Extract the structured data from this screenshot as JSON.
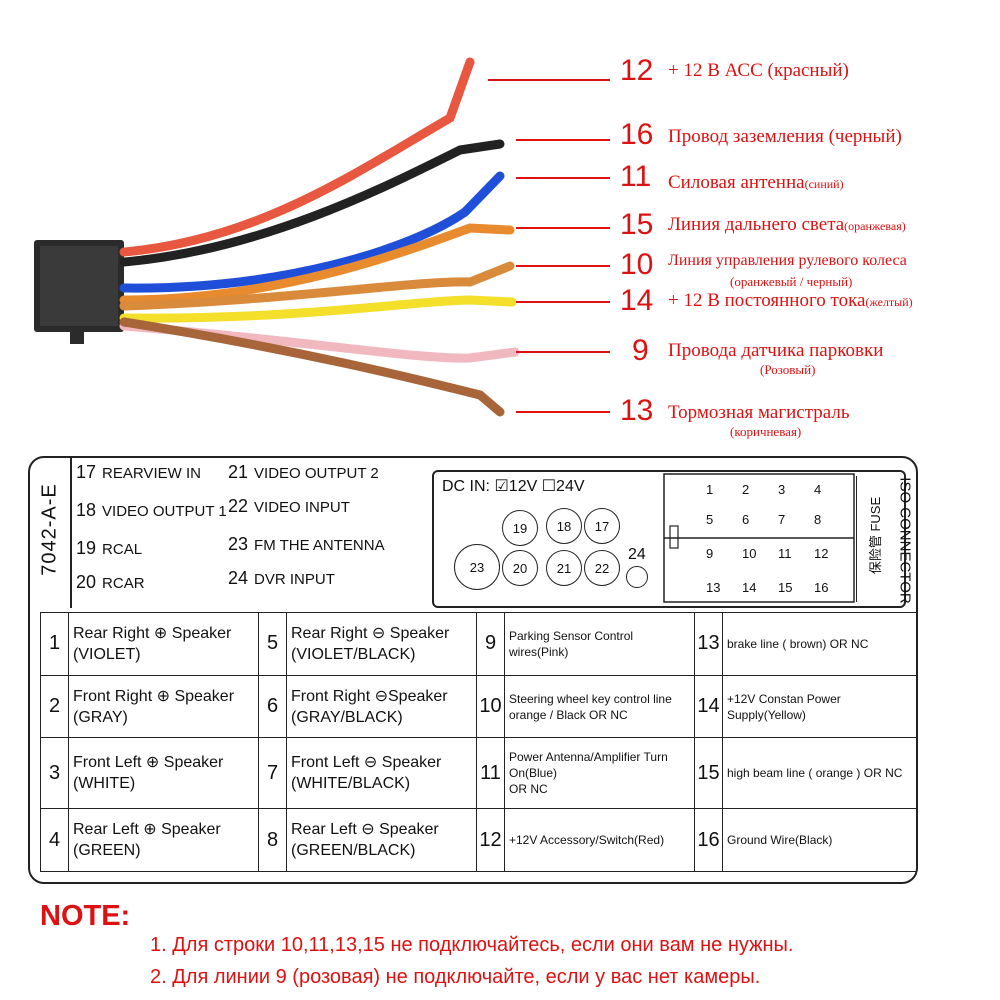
{
  "wire_annotations": [
    {
      "pin": "12",
      "text": "+ 12 В АСС (красный)",
      "sub": "",
      "inline_small": "",
      "color": "#e8573f"
    },
    {
      "pin": "16",
      "text": "Провод заземления (черный)",
      "sub": "",
      "inline_small": "",
      "color": "#222222"
    },
    {
      "pin": "11",
      "text": "Силовая антенна",
      "sub": "",
      "inline_small": "(синий)",
      "color": "#1f4fd8"
    },
    {
      "pin": "15",
      "text": "Линия дальнего света",
      "sub": "",
      "inline_small": "(оранжевая)",
      "color": "#e88a2e"
    },
    {
      "pin": "10",
      "text": "Линия управления рулевого колеса",
      "sub": "(оранжевый / черный)",
      "inline_small": "",
      "color": "#d98a3a"
    },
    {
      "pin": "14",
      "text": "+ 12 В постоянного тока",
      "sub": "",
      "inline_small": "(желтый)",
      "color": "#f4df2a"
    },
    {
      "pin": "9",
      "text": "Провода датчика парковки",
      "sub": "(Розовый)",
      "inline_small": "",
      "color": "#f2b8c0"
    },
    {
      "pin": "13",
      "text": "Тормозная магистраль",
      "sub": "(коричневая)",
      "inline_small": "",
      "color": "#a8653a"
    }
  ],
  "label": {
    "code": "7042-A-E",
    "legend": [
      {
        "n": "17",
        "t": "REARVIEW IN"
      },
      {
        "n": "18",
        "t": "VIDEO OUTPUT 1"
      },
      {
        "n": "19",
        "t": "RCAL"
      },
      {
        "n": "20",
        "t": "RCAR"
      },
      {
        "n": "21",
        "t": "VIDEO OUTPUT 2"
      },
      {
        "n": "22",
        "t": "VIDEO INPUT"
      },
      {
        "n": "23",
        "t": "FM THE ANTENNA"
      },
      {
        "n": "24",
        "t": "DVR INPUT"
      }
    ],
    "dc_in": "DC IN: ☑12V ☐24V",
    "circles": [
      "19",
      "18",
      "17",
      "23",
      "20",
      "21",
      "22",
      "24"
    ],
    "pins_row1": [
      "1",
      "2",
      "3",
      "4"
    ],
    "pins_row2": [
      "5",
      "6",
      "7",
      "8"
    ],
    "pins_row3": [
      "9",
      "10",
      "11",
      "12"
    ],
    "pins_row4": [
      "13",
      "14",
      "15",
      "16"
    ],
    "fuse_text": "保险管 FUSE",
    "iso_text": "ISO CONNECTOR"
  },
  "table": [
    [
      {
        "n": "1",
        "t": "Rear Right ⊕ Speaker\n(VIOLET)"
      },
      {
        "n": "5",
        "t": "Rear Right ⊖ Speaker\n(VIOLET/BLACK)"
      },
      {
        "n": "9",
        "t": "Parking Sensor Control wires(Pink)",
        "sm": true
      },
      {
        "n": "13",
        "t": "brake line ( brown) OR NC",
        "sm": true
      }
    ],
    [
      {
        "n": "2",
        "t": "Front Right ⊕ Speaker\n(GRAY)"
      },
      {
        "n": "6",
        "t": "Front Right ⊖Speaker\n(GRAY/BLACK)"
      },
      {
        "n": "10",
        "t": "Steering wheel key control line\norange / Black OR NC",
        "sm": true
      },
      {
        "n": "14",
        "t": "+12V Constan Power Supply(Yellow)",
        "sm": true
      }
    ],
    [
      {
        "n": "3",
        "t": "Front Left ⊕ Speaker\n(WHITE)"
      },
      {
        "n": "7",
        "t": "Front Left ⊖ Speaker\n(WHITE/BLACK)"
      },
      {
        "n": "11",
        "t": "Power Antenna/Amplifier Turn On(Blue)\nOR NC",
        "sm": true
      },
      {
        "n": "15",
        "t": "high beam line ( orange ) OR NC",
        "sm": true
      }
    ],
    [
      {
        "n": "4",
        "t": "Rear Left ⊕ Speaker\n(GREEN)"
      },
      {
        "n": "8",
        "t": "Rear Left ⊖ Speaker\n(GREEN/BLACK)"
      },
      {
        "n": "12",
        "t": "+12V Accessory/Switch(Red)",
        "sm": true
      },
      {
        "n": "16",
        "t": "Ground Wire(Black)",
        "sm": true
      }
    ]
  ],
  "note": {
    "title": "NOTE:",
    "lines": [
      "1. Для строки 10,11,13,15 не подключайтесь, если они вам не нужны.",
      "2. Для линии 9 (розовая) не подключайте, если у вас нет камеры."
    ]
  }
}
